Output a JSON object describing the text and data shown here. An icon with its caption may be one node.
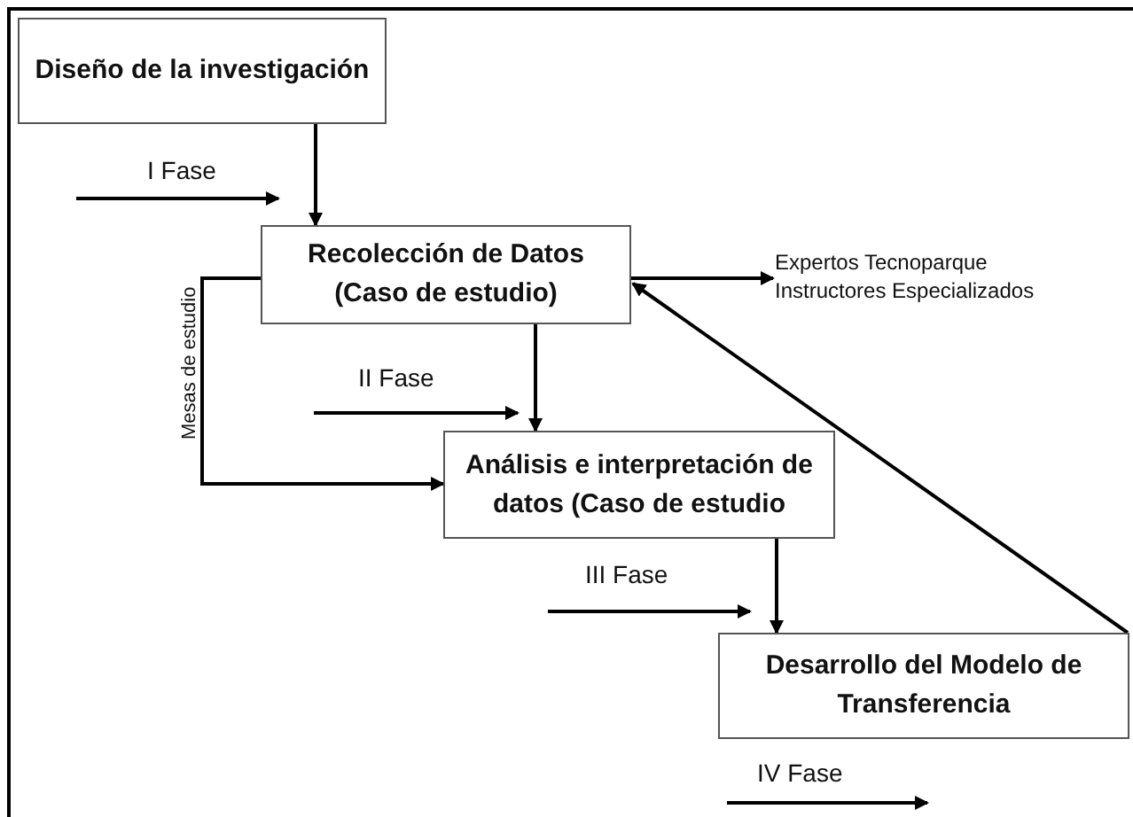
{
  "diagram": {
    "nodes": [
      {
        "text": [
          "Diseño de la investigación"
        ]
      },
      {
        "text": [
          "Recolección de Datos  (Caso de estudio)"
        ]
      },
      {
        "text": [
          "Análisis e interpretación de datos (Caso de estudio"
        ]
      },
      {
        "text": [
          "Desarrollo del Modelo de Transferencia"
        ]
      },
      {
        "text": [
          "Expertos Tecnoparque",
          "Instructores Especializados"
        ]
      }
    ],
    "edges": [
      {
        "from": 0,
        "to": 1,
        "arrow": "to"
      },
      {
        "from": 1,
        "to": 2,
        "arrow": "to"
      },
      {
        "from": 1,
        "to": 2,
        "arrow": "to",
        "label": "Mesas de estudio"
      },
      {
        "from": 2,
        "to": 3,
        "arrow": "to"
      },
      {
        "from": 1,
        "to": 4,
        "arrow": "to"
      },
      {
        "from": 3,
        "to": 1,
        "arrow": "to"
      }
    ],
    "labels": [
      "I Fase",
      "II Fase",
      "III Fase",
      "IV Fase"
    ]
  }
}
